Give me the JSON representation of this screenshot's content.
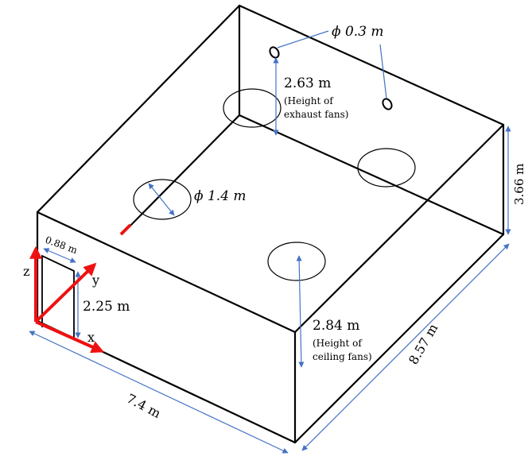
{
  "colors": {
    "edges": "#000000",
    "dimension_lines": "#4472c4",
    "axes": "#ee1111"
  },
  "labels": {
    "exhaust_diameter": "ϕ 0.3 m",
    "exhaust_height_value": "2.63 m",
    "exhaust_height_note_1": "(Height of",
    "exhaust_height_note_2": "exhaust fans)",
    "fan_diameter": "ϕ 1.4 m",
    "room_height": "3.66 m",
    "door_width": "0.88 m",
    "door_height": "2.25 m",
    "ceiling_height_value": "2.84 m",
    "ceiling_height_note_1": "(Height of",
    "ceiling_height_note_2": "ceiling fans)",
    "room_depth": "8.57 m",
    "room_width": "7.4 m",
    "axis_x": "x",
    "axis_y": "y",
    "axis_z": "z"
  }
}
